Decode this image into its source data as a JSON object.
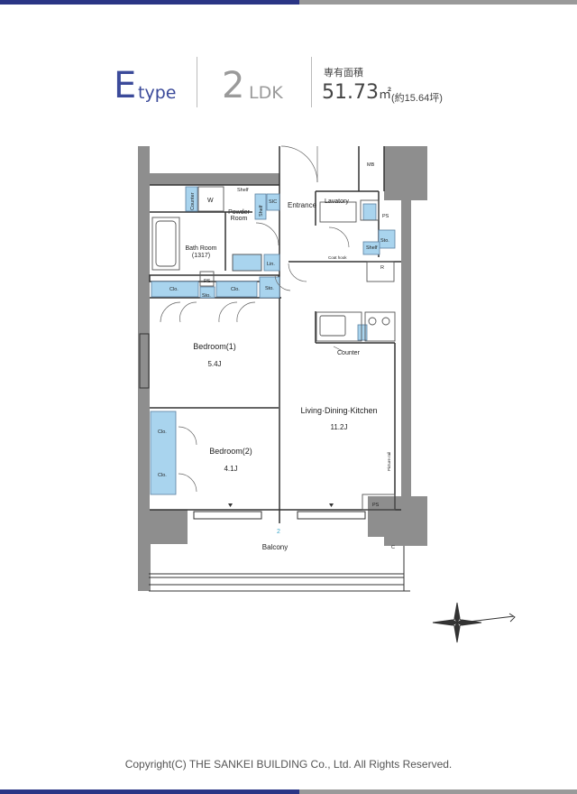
{
  "header": {
    "type_letter": "E",
    "type_word": "type",
    "layout_num": "2",
    "layout_word": "LDK",
    "area_label": "専有面積",
    "area_value": "51.73",
    "area_unit": "㎡",
    "area_tsubo": "(約15.64坪)"
  },
  "plan": {
    "rooms": {
      "entrance": "Entrance",
      "lavatory": "Lavatory",
      "powder_room_1": "Powder",
      "powder_room_2": "Room",
      "bath_room": "Bath Room",
      "bath_size": "(1317)",
      "bedroom1": "Bedroom(1)",
      "bedroom1_size": "5.4J",
      "bedroom2": "Bedroom(2)",
      "bedroom2_size": "4.1J",
      "ldk": "Living·Dining·Kitchen",
      "ldk_size": "11.2J",
      "balcony": "Balcony",
      "balcony_num": "2"
    },
    "fixtures": {
      "counter": "Counter",
      "counter_vertical": "Counter",
      "w": "W",
      "shelf_top": "Shelf",
      "shelf_side": "Shelf",
      "sic": "SIC",
      "lin": "Lin.",
      "sto1": "Sto.",
      "sto2": "Sto.",
      "sto3": "Sto.",
      "clo1": "Clo.",
      "clo2": "Clo.",
      "clo3": "Clo.",
      "clo4": "Clo.",
      "ps1": "PS",
      "ps2": "PS",
      "ps3": "PS",
      "mb": "MB",
      "r": "R",
      "shelf_lav": "Shelf",
      "coat_hook": "Coat hook",
      "picture_rail": "Picture rail",
      "c_mark": "C"
    }
  },
  "footer": {
    "copyright": "Copyright(C) THE SANKEI BUILDING Co., Ltd. All Rights Reserved."
  }
}
